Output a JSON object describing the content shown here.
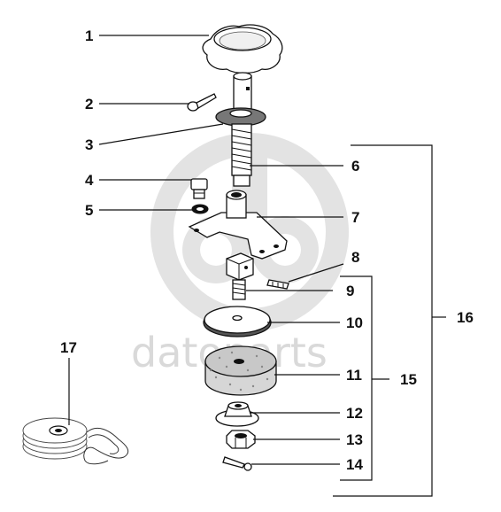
{
  "watermark": {
    "brand": "datoparts",
    "color": "#d9d9d9"
  },
  "callouts": [
    {
      "id": "1",
      "label": "1"
    },
    {
      "id": "2",
      "label": "2"
    },
    {
      "id": "3",
      "label": "3"
    },
    {
      "id": "4",
      "label": "4"
    },
    {
      "id": "5",
      "label": "5"
    },
    {
      "id": "6",
      "label": "6"
    },
    {
      "id": "7",
      "label": "7"
    },
    {
      "id": "8",
      "label": "8"
    },
    {
      "id": "9",
      "label": "9"
    },
    {
      "id": "10",
      "label": "10"
    },
    {
      "id": "11",
      "label": "11"
    },
    {
      "id": "12",
      "label": "12"
    },
    {
      "id": "13",
      "label": "13"
    },
    {
      "id": "14",
      "label": "14"
    },
    {
      "id": "15",
      "label": "15"
    },
    {
      "id": "16",
      "label": "16"
    },
    {
      "id": "17",
      "label": "17"
    }
  ],
  "parts": [
    {
      "name": "star-knob",
      "callout": "1"
    },
    {
      "name": "split-pin",
      "callout": "2"
    },
    {
      "name": "washer-collar",
      "callout": "3"
    },
    {
      "name": "small-bolt",
      "callout": "4"
    },
    {
      "name": "lock-washer",
      "callout": "5"
    },
    {
      "name": "threaded-stud",
      "callout": "6"
    },
    {
      "name": "mounting-bracket",
      "callout": "7"
    },
    {
      "name": "key-clip",
      "callout": "8"
    },
    {
      "name": "square-head-pin",
      "callout": "9"
    },
    {
      "name": "flat-disc",
      "callout": "10"
    },
    {
      "name": "grinding-wheel",
      "callout": "11"
    },
    {
      "name": "cup-washer",
      "callout": "12"
    },
    {
      "name": "castle-nut",
      "callout": "13"
    },
    {
      "name": "cotter-pin",
      "callout": "14"
    },
    {
      "name": "wheel-assembly-kit",
      "callout": "15"
    },
    {
      "name": "complete-assembly",
      "callout": "16"
    },
    {
      "name": "wire-brush-wheel",
      "callout": "17"
    }
  ]
}
